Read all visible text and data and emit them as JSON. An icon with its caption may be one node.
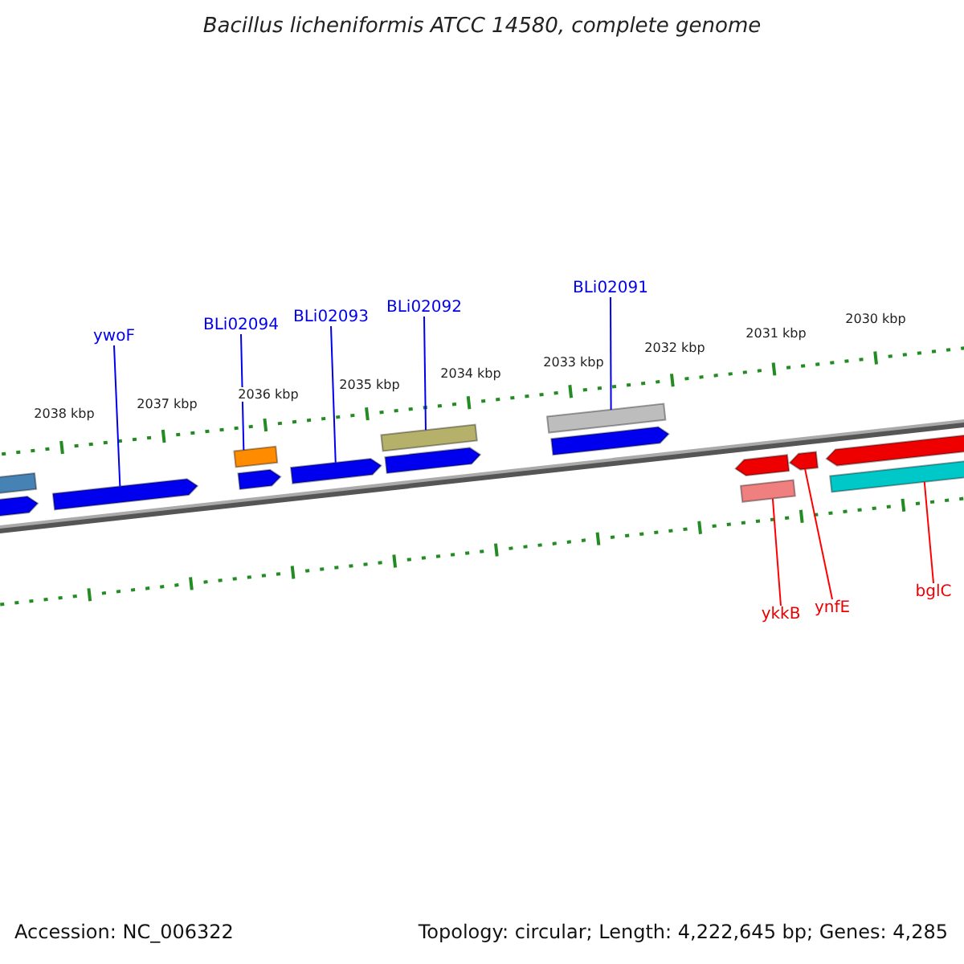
{
  "diagram": {
    "title": "Bacillus licheniformis ATCC 14580, complete genome",
    "nodes": [
      {
        "text": [
          "ywoF"
        ]
      },
      {
        "text": [
          "BLi02094"
        ]
      },
      {
        "text": [
          "BLi02093"
        ]
      },
      {
        "text": [
          "BLi02092"
        ]
      },
      {
        "text": [
          "BLi02091"
        ]
      },
      {
        "text": [
          "ykkB"
        ]
      },
      {
        "text": [
          "ynfE"
        ]
      },
      {
        "text": [
          "bglC"
        ]
      },
      {
        "text": [],
        "shape": "bar"
      },
      {
        "text": [],
        "shape": "arrow"
      },
      {
        "text": [],
        "shape": "arrow"
      },
      {
        "text": [],
        "shape": "bar"
      },
      {
        "text": [],
        "shape": "arrow"
      },
      {
        "text": [],
        "shape": "arrow"
      },
      {
        "text": [],
        "shape": "bar"
      },
      {
        "text": [],
        "shape": "arrow"
      },
      {
        "text": [],
        "shape": "bar"
      },
      {
        "text": [],
        "shape": "arrow"
      },
      {
        "text": [],
        "shape": "arrow"
      },
      {
        "text": [],
        "shape": "bar"
      },
      {
        "text": [],
        "shape": "arrow"
      },
      {
        "text": [],
        "shape": "arrow"
      },
      {
        "text": [],
        "shape": "bar"
      }
    ],
    "edges": [
      {
        "from": 0,
        "to": 10,
        "arrow": "none"
      },
      {
        "from": 1,
        "to": 11,
        "arrow": "none"
      },
      {
        "from": 2,
        "to": 13,
        "arrow": "none"
      },
      {
        "from": 3,
        "to": 14,
        "arrow": "none"
      },
      {
        "from": 4,
        "to": 16,
        "arrow": "none"
      },
      {
        "from": 5,
        "to": 19,
        "arrow": "none",
        "color": "#ff0000"
      },
      {
        "from": 6,
        "to": 20,
        "arrow": "none",
        "color": "#ff0000"
      },
      {
        "from": 7,
        "to": 22,
        "arrow": "none",
        "color": "#ff0000"
      }
    ],
    "labels": [
      "2038 kbp",
      "2037 kbp",
      "2036 kbp",
      "2035 kbp",
      "2034 kbp",
      "2033 kbp",
      "2032 kbp",
      "2031 kbp",
      "2030 kbp",
      "Accession: NC_006322",
      "Topology: circular; Length: 4,222,645 bp; Genes: 4,285"
    ]
  }
}
